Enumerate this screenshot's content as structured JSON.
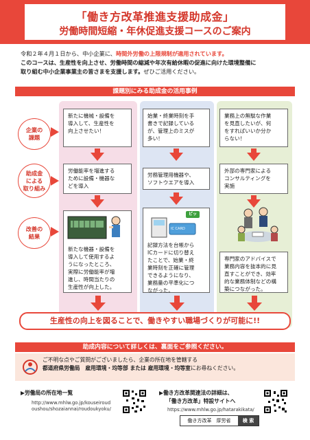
{
  "header": {
    "title_line1": "「働き方改革推進支援助成金」",
    "title_line2": "労働時間短縮・年休促進支援コースのご案内"
  },
  "intro": {
    "line1_prefix": "令和２年４月１日から、中小企業に、",
    "line1_highlight": "時間外労働の上限規制が適用されています。",
    "line2": "このコースは、生産性を向上させ、労働時間の縮減や年次有給休暇の促進に向けた環境整備に",
    "line3_bold": "取り組む中小企業事業主の皆さまを支援します。",
    "line3_rest": "ぜひご活用ください。"
  },
  "cases_section": {
    "title": "課題別にみる助成金の活用事例"
  },
  "row_labels": {
    "issue": [
      "企業の",
      "課題"
    ],
    "action": [
      "助成金",
      "による",
      "取り組み"
    ],
    "result": [
      "改善の",
      "結果"
    ]
  },
  "columns": [
    {
      "issue": [
        "新たに機械・設備を",
        "導入して、生産性を",
        "向上させたい！"
      ],
      "action": [
        "労働能率を増進する",
        "ために設備・機器な",
        "どを導入"
      ],
      "result": [
        "新たな機器・設備を",
        "導入して使用するよ",
        "うになったところ、",
        "実際に労働能率が増",
        "進し、時間当たりの",
        "生産性が向上した。"
      ]
    },
    {
      "issue": [
        "始業・終業時刻を手",
        "書きで記録している",
        "が、管理上のミスが",
        "多い！"
      ],
      "action": [
        "労務管理用機器や、",
        "ソフトウエアを導入"
      ],
      "result": [
        "記録方法を台帳から",
        "ICカードに切り替え",
        "たことで、始業・終",
        "業時刻を正確に管理",
        "できるようになり、",
        "業務量の平準化につ",
        "ながった。"
      ]
    },
    {
      "issue": [
        "業務上の無駄な作業",
        "を見直したいが、何",
        "をすればいいか分か",
        "らない！"
      ],
      "action": [
        "外部の専門家による",
        "コンサルティングを",
        "実施"
      ],
      "result": [
        "専門家のアドバイスで",
        "業務内容を抜本的に見",
        "直すことができ、効率",
        "的な業務体制などの構",
        "築につながった。"
      ]
    }
  ],
  "illustration": {
    "ic_card_text": "ピッ",
    "card_label": "IC CARD"
  },
  "banner": {
    "text": "生産性の向上を図ることで、働きやすい職場づくりが可能に!!"
  },
  "details": {
    "title": "助成内容について詳しくは、裏面をご参照ください。"
  },
  "contact": {
    "line1": "ご不明な点やご質問がございましたら、企業の所在地を管轄する",
    "line2_bold1": "都道府県労働局　雇用環境・均等部 または 雇用環境・均等室",
    "line2_rest": "にお尋ねください。"
  },
  "footer": {
    "left_label": "▶労働局の所在地一覧",
    "left_url1": "http://www.mhlw.go.jp/kouseiroud",
    "left_url2": "oushou/shozaiannai/roudoukyoku/",
    "right_label1": "▶働き方改革関連法の詳細は、",
    "right_label2": "「働き方改革」特設サイトへ",
    "right_url": "https://www.mhlw.go.jp/hatarakikata/",
    "search_left": "働き方改革　厚労省",
    "search_right": "検 索"
  },
  "colors": {
    "accent": "#e8473a",
    "col1_bg": "#f6dde7",
    "col2_bg": "#dde5f3",
    "col3_bg": "#e7efd6"
  }
}
